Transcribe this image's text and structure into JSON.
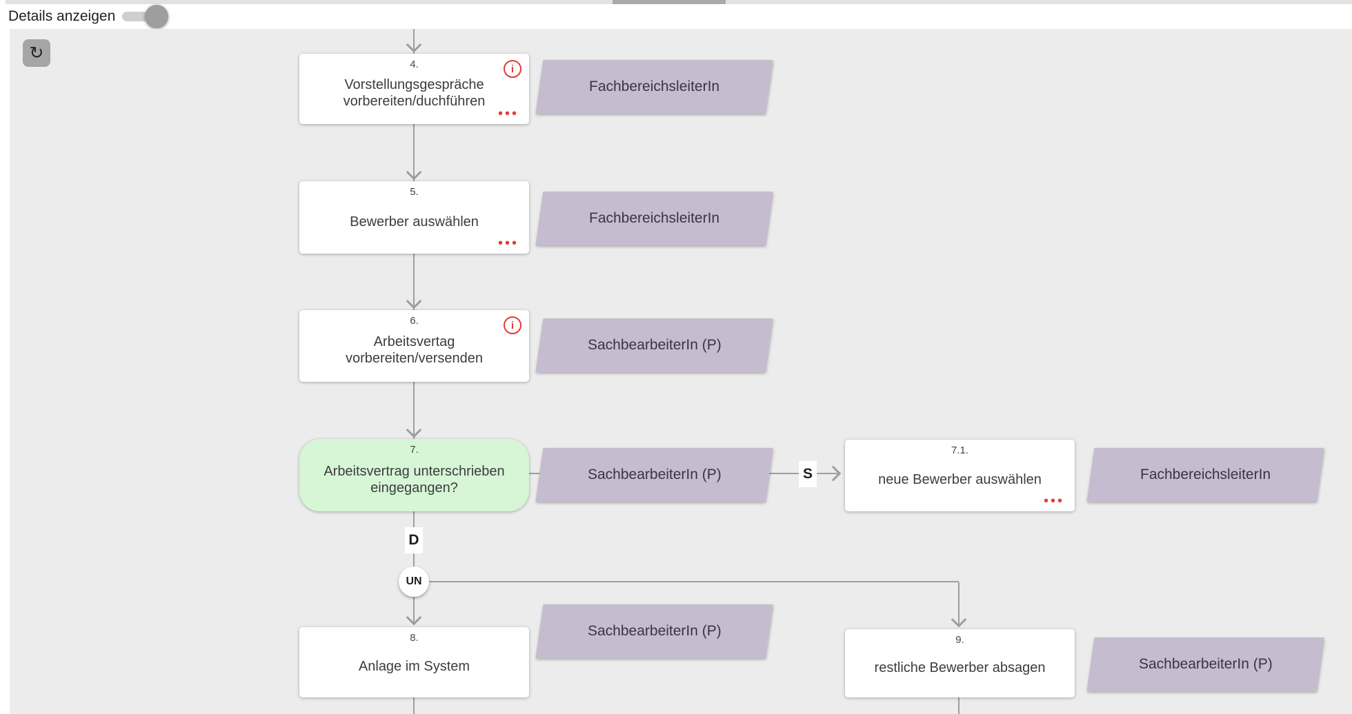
{
  "header": {
    "details_toggle_label": "Details anzeigen",
    "toggle_state": "on"
  },
  "toolbar": {
    "refresh_icon": "↻"
  },
  "diagram": {
    "info_glyph": "i",
    "more_dots": "•••",
    "gateway": {
      "s": "S",
      "d": "D",
      "un": "UN"
    },
    "tasks": [
      {
        "num": "4.",
        "title": "Vorstellungsgespräche vorbereiten/duchführen",
        "role": "FachbereichsleiterIn"
      },
      {
        "num": "5.",
        "title": "Bewerber auswählen",
        "role": "FachbereichsleiterIn"
      },
      {
        "num": "6.",
        "title": "Arbeitsvertag vorbereiten/versenden",
        "role": "SachbearbeiterIn (P)"
      },
      {
        "num": "7.",
        "title": "Arbeitsvertrag unterschrieben eingegangen?",
        "role": "SachbearbeiterIn (P)"
      },
      {
        "num": "7.1.",
        "title": "neue Bewerber auswählen",
        "role": "FachbereichsleiterIn"
      },
      {
        "num": "8.",
        "title": "Anlage im System",
        "role": "SachbearbeiterIn (P)"
      },
      {
        "num": "9.",
        "title": "restliche Bewerber absagen",
        "role": "SachbearbeiterIn (P)"
      }
    ],
    "colors": {
      "canvas": "#ececec",
      "decision_fill": "#d6f6d6",
      "role_fill": "#c5bccf",
      "connector": "#9e9e9e",
      "accent_red": "#e53935"
    }
  }
}
